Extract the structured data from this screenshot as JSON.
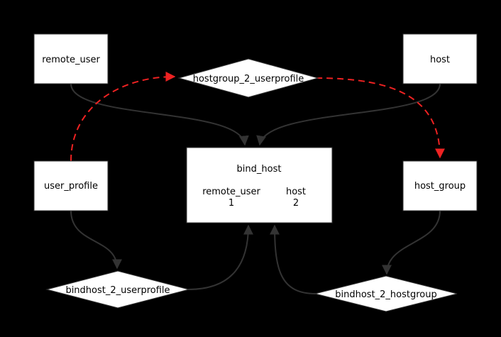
{
  "nodes": {
    "remote_user": "remote_user",
    "host": "host",
    "user_profile": "user_profile",
    "host_group": "host_group",
    "bind_host": {
      "title": "bind_host",
      "field1_name": "remote_user",
      "field1_value": "1",
      "field2_name": "host",
      "field2_value": "2"
    },
    "hostgroup_2_userprofile": "hostgroup_2_userprofile",
    "bindhost_2_userprofile": "bindhost_2_userprofile",
    "bindhost_2_hostgroup": "bindhost_2_hostgroup"
  },
  "colors": {
    "background": "#000000",
    "node_fill": "#ffffff",
    "edge": "#333333",
    "highlight_edge": "#ee2222"
  }
}
